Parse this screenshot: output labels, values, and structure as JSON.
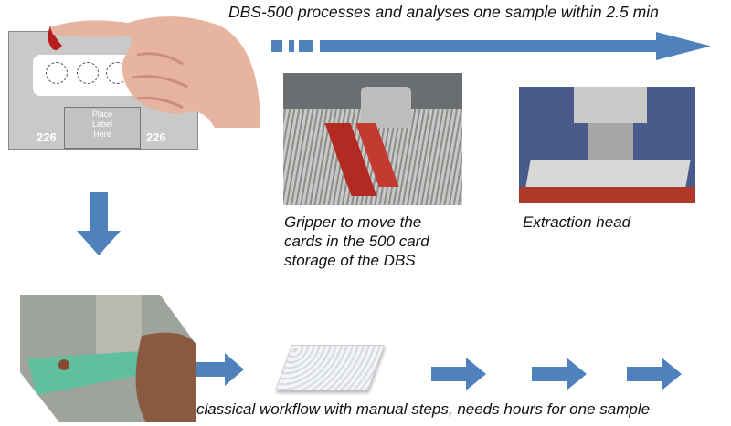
{
  "title": "DBS-500 processes and analyses one sample within 2.5 min",
  "card": {
    "label_line1": "Place",
    "label_line2": "Label",
    "label_line3": "Here",
    "number_left": "226",
    "number_right": "226"
  },
  "gripper_caption": [
    "Gripper to move the",
    "cards in the 500 card",
    "storage of the DBS"
  ],
  "extraction_caption": "Extraction head",
  "bottom_caption": "classical workflow with manual steps, needs hours for one sample",
  "colors": {
    "arrow": "#4F81BD"
  }
}
